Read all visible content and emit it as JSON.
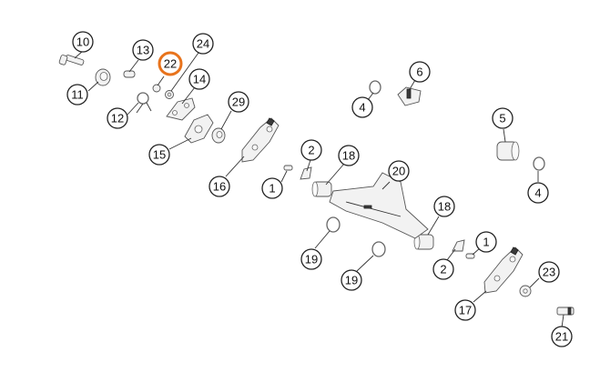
{
  "diagram": {
    "highlight_color": "#e8731c",
    "callouts": [
      {
        "id": "c10",
        "label": "10"
      },
      {
        "id": "c13",
        "label": "13"
      },
      {
        "id": "c22",
        "label": "22",
        "highlighted": true
      },
      {
        "id": "c24",
        "label": "24"
      },
      {
        "id": "c11",
        "label": "11"
      },
      {
        "id": "c14",
        "label": "14"
      },
      {
        "id": "c12",
        "label": "12"
      },
      {
        "id": "c29",
        "label": "29"
      },
      {
        "id": "c15",
        "label": "15"
      },
      {
        "id": "c16",
        "label": "16"
      },
      {
        "id": "c1a",
        "label": "1"
      },
      {
        "id": "c2a",
        "label": "2"
      },
      {
        "id": "c18a",
        "label": "18"
      },
      {
        "id": "c20",
        "label": "20"
      },
      {
        "id": "c6",
        "label": "6"
      },
      {
        "id": "c4a",
        "label": "4"
      },
      {
        "id": "c5",
        "label": "5"
      },
      {
        "id": "c4b",
        "label": "4"
      },
      {
        "id": "c18b",
        "label": "18"
      },
      {
        "id": "c19a",
        "label": "19"
      },
      {
        "id": "c19b",
        "label": "19"
      },
      {
        "id": "c1b",
        "label": "1"
      },
      {
        "id": "c2b",
        "label": "2"
      },
      {
        "id": "c23",
        "label": "23"
      },
      {
        "id": "c17",
        "label": "17"
      },
      {
        "id": "c21",
        "label": "21"
      }
    ]
  }
}
